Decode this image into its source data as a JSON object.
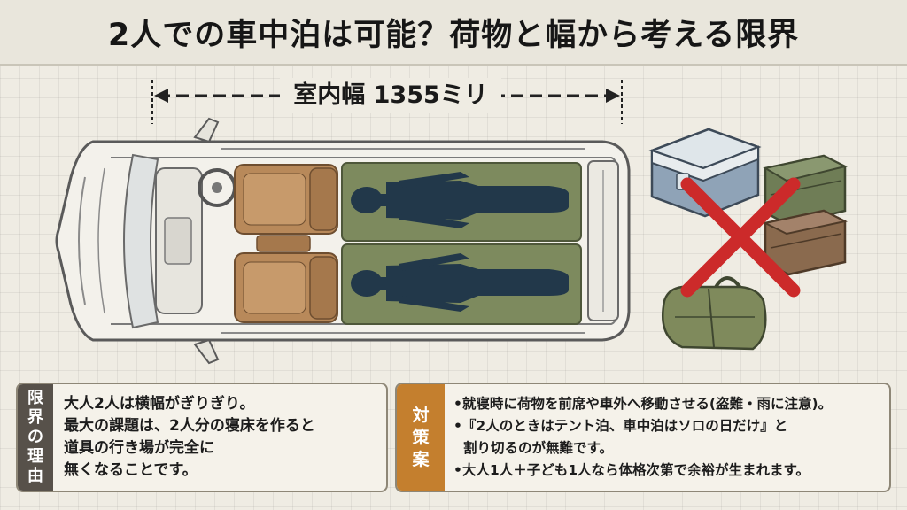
{
  "title": "2人での車中泊は可能？荷物と幅から考える限界",
  "width_label": "室内幅 1355ミリ",
  "left_panel": {
    "tag": [
      "限",
      "界",
      "の",
      "理",
      "由"
    ],
    "lines": [
      "大人2人は横幅がぎりぎり。",
      "最大の課題は、2人分の寝床を作ると",
      "道具の行き場が完全に",
      "無くなることです。"
    ]
  },
  "right_panel": {
    "tag": [
      "対",
      "策",
      "案"
    ],
    "lines": [
      "•就寝時に荷物を前席や車外へ移動させる(盗難・雨に注意)。",
      "•『2人のときはテント泊、車中泊はソロの日だけ』と",
      "割り切るのが無難です。",
      "•大人1人＋子ども1人なら体格次第で余裕が生まれます。"
    ]
  },
  "colors": {
    "title_bg": "#e9e6dc",
    "mat_green": "#7d8a5e",
    "silhouette": "#22384a",
    "seat": "#b8895a",
    "cooler": "#8fa3b7",
    "crate_green": "#6f7d56",
    "crate_brown": "#8a6a4e",
    "bag_green": "#7f8a5c",
    "cross_red": "#cc2a2a",
    "tag_dark": "#57514a",
    "tag_orange": "#c47f2e"
  },
  "icons": [
    "van-top-view",
    "seat-icon",
    "person-silhouette",
    "cooler-box-icon",
    "storage-crate-icon",
    "duffel-bag-icon",
    "red-x-icon"
  ]
}
